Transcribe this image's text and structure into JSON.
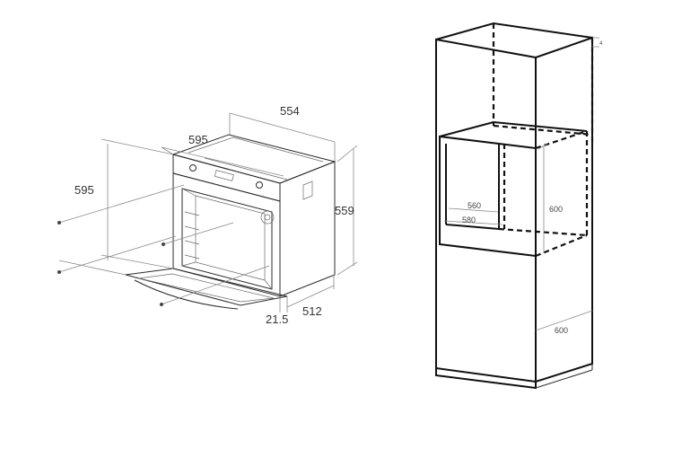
{
  "oven": {
    "dims": {
      "depth_top": "554",
      "width_top": "595",
      "height_left": "595",
      "height_right": "559",
      "front_offset": "21.5",
      "bottom_depth": "512"
    }
  },
  "cabinet": {
    "dims": {
      "niche_width_inner": "560",
      "niche_width_outer": "580",
      "niche_height": "600",
      "cabinet_depth": "600",
      "top_gap": "4"
    }
  },
  "colors": {
    "line": "#2b2b2b",
    "dimension": "#8a8a8a",
    "text": "#333333"
  }
}
